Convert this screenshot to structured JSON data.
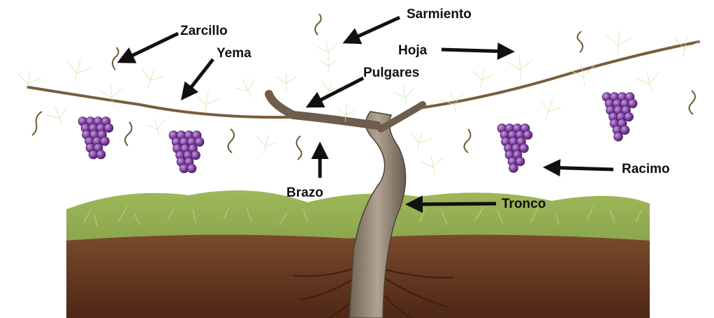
{
  "labels": {
    "zarcillo": "Zarcillo",
    "yema": "Yema",
    "sarmiento": "Sarmiento",
    "hoja": "Hoja",
    "pulgares": "Pulgares",
    "brazo": "Brazo",
    "racimo": "Racimo",
    "tronco": "Tronco"
  },
  "colors": {
    "leaf": "#3f8f3a",
    "leaf_light": "#6cbf4f",
    "grape": "#7b3f9e",
    "trunk": "#8a7a6a",
    "soil": "#6b3a22",
    "grass": "#8aa64a",
    "arrow": "#111111"
  }
}
